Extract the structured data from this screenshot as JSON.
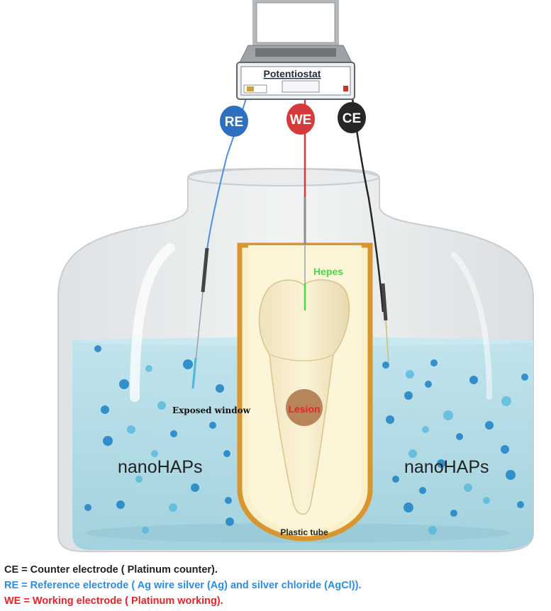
{
  "device": {
    "label": "Potentiostat"
  },
  "electrodes": [
    {
      "id": "re",
      "label": "RE",
      "color": "#2f6fc0"
    },
    {
      "id": "we",
      "label": "WE",
      "color": "#d63a3a"
    },
    {
      "id": "ce",
      "label": "CE",
      "color": "#262626"
    }
  ],
  "labels": {
    "hepes": "Hepes",
    "lesion": "Lesion",
    "exposed_window": "Exposed window",
    "nano_left": "nanoHAPs",
    "nano_right": "nanoHAPs",
    "plastic_tube": "Plastic tube"
  },
  "legend": {
    "ce": "CE = Counter electrode ( Platinum counter).",
    "re": "RE = Reference electrode ( Ag wire silver (Ag) and silver chloride (AgCl)).",
    "we": "WE = Working electrode (  Platinum working)."
  },
  "colors": {
    "solution": "#a9d8e3",
    "particle": "#2a8ac8",
    "hepes_text": "#44dd44",
    "lesion_text": "#e8232a",
    "lesion_fill": "#b8845a",
    "tube_border": "#d9952e"
  }
}
